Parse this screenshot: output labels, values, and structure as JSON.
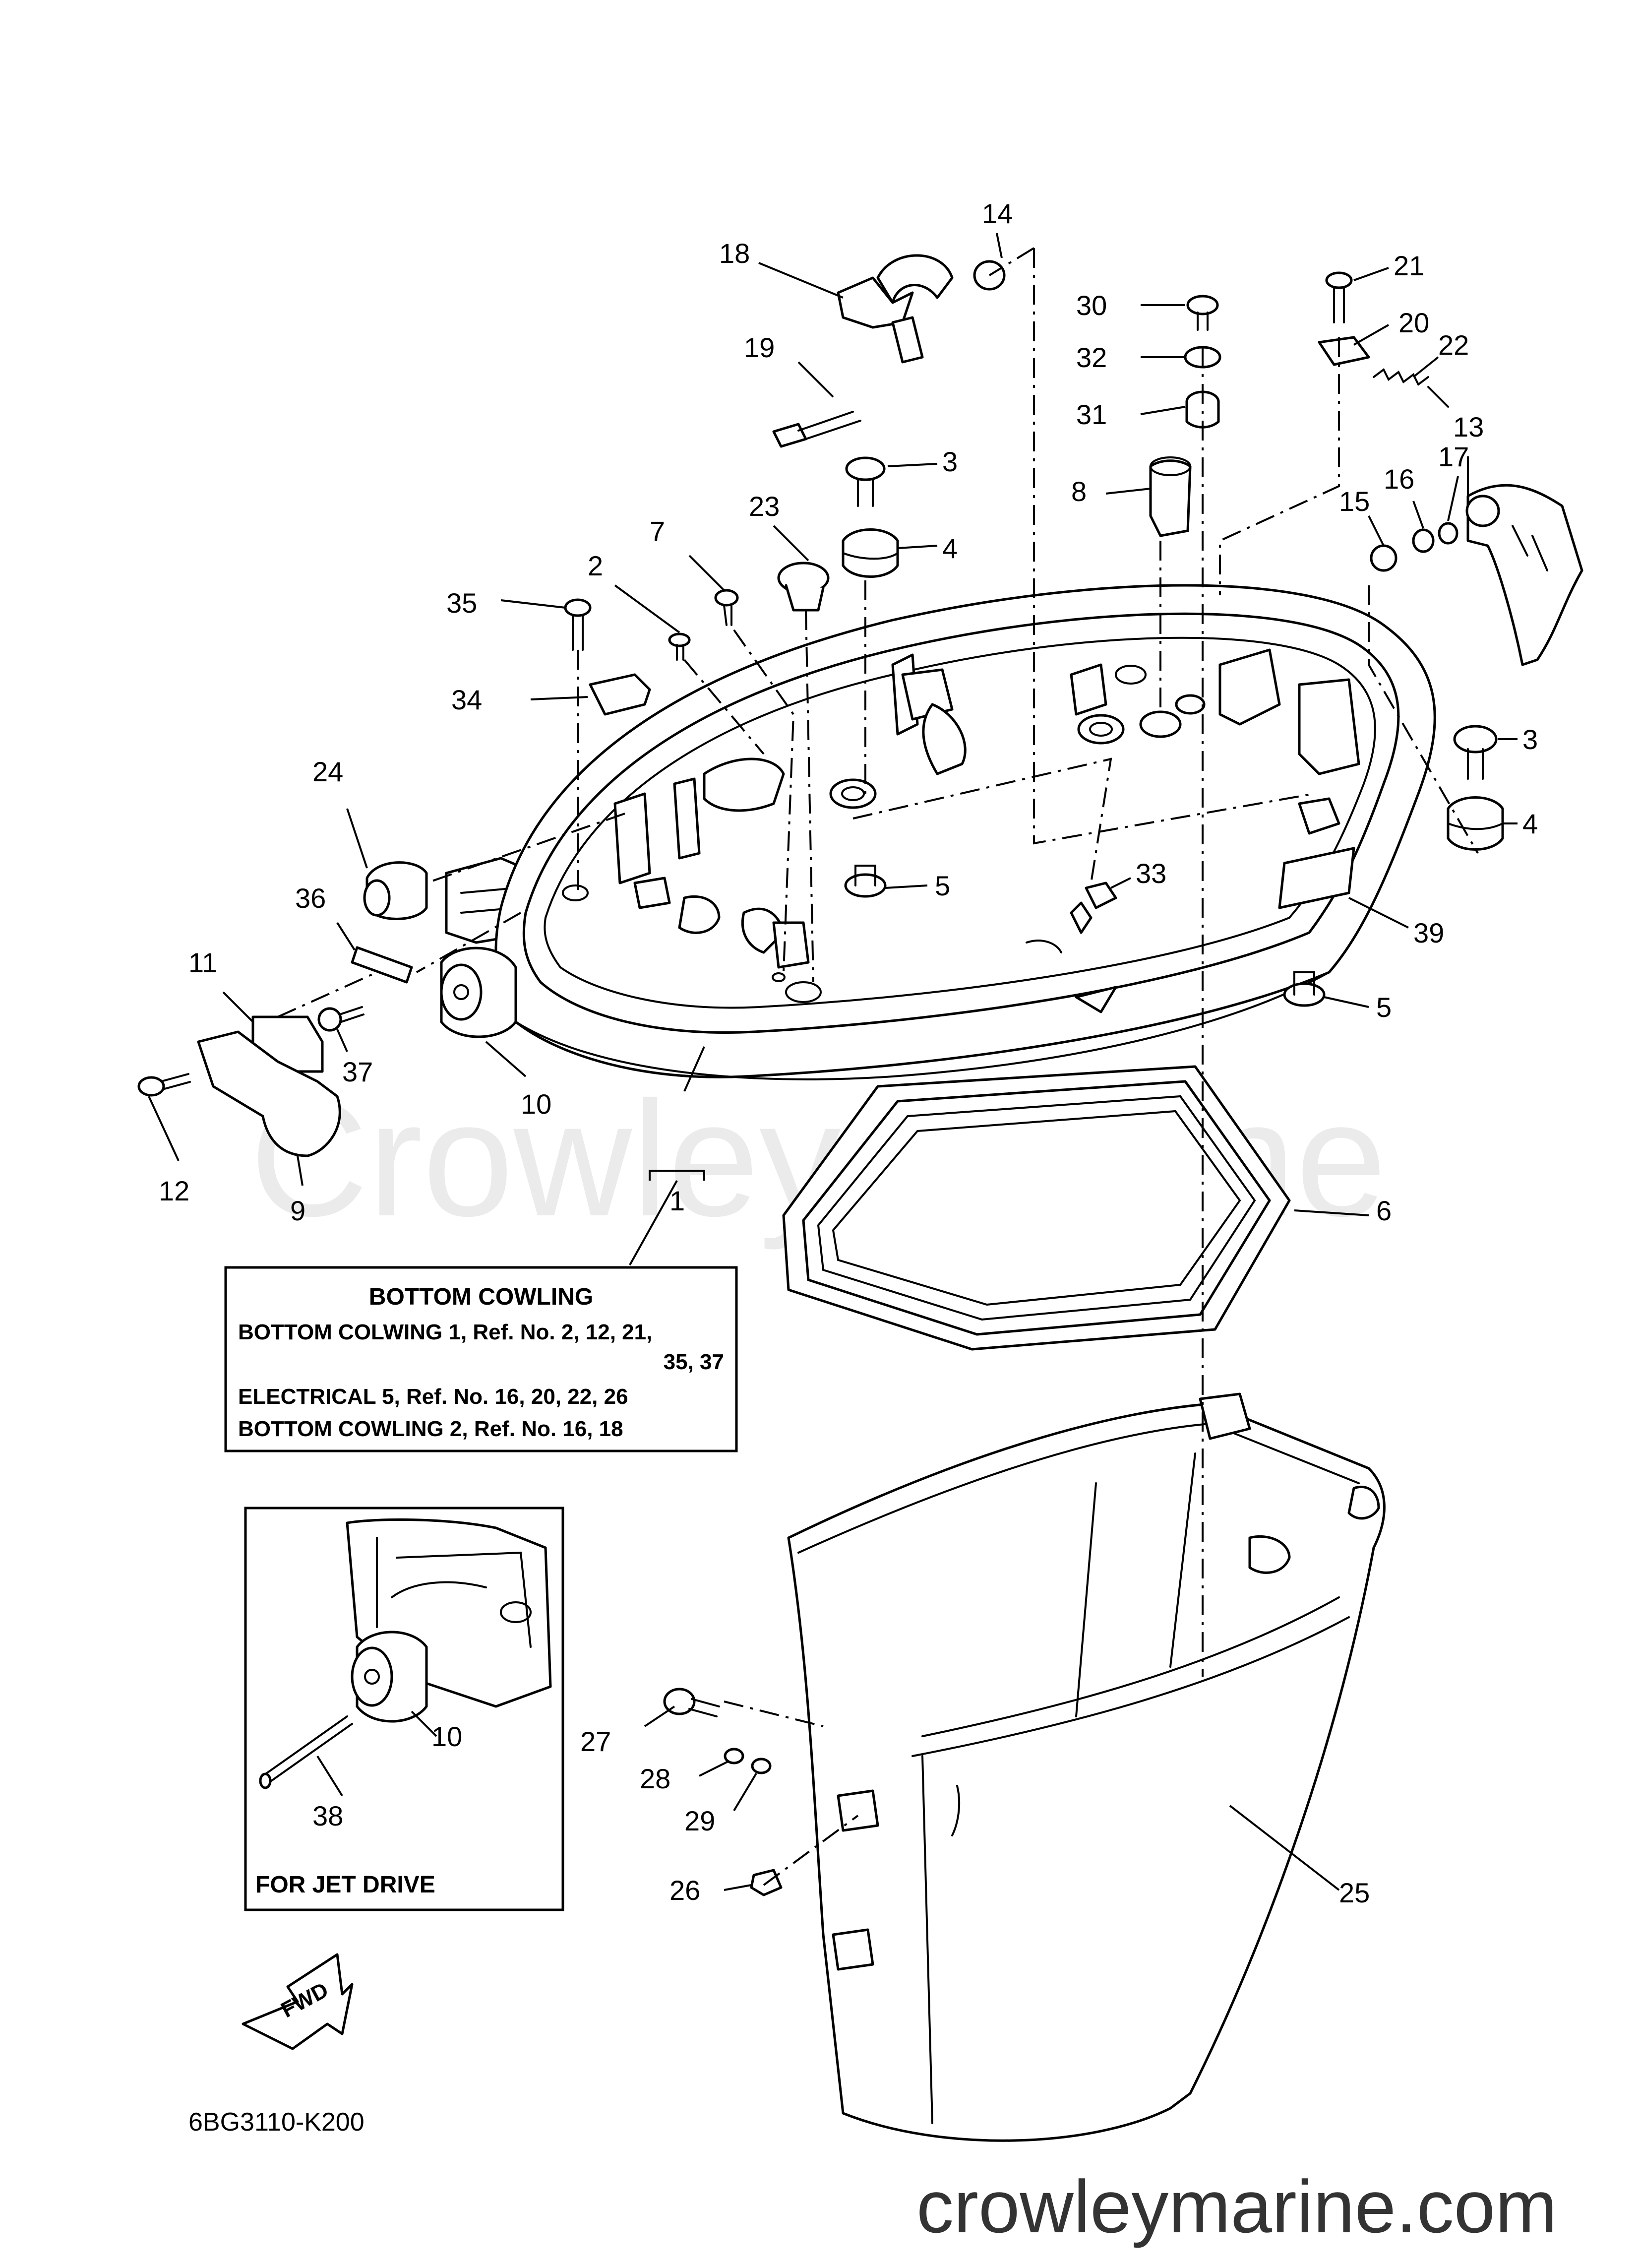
{
  "diagram": {
    "part_number": "6BG3110-K200",
    "watermark": "Crowley Marine",
    "site": "crowleymarine.com",
    "note_box": {
      "title": "BOTTOM  COWLING",
      "lines": [
        "BOTTOM  COLWING 1,  Ref. No. 2, 12, 21,",
        "35, 37",
        "ELECTRICAL 5,  Ref. No. 16, 20, 22, 26",
        "BOTTOM  COWLING 2,  Ref. No. 16, 18"
      ]
    },
    "inset_label": "FOR JET DRIVE",
    "fwd_label": "FWD",
    "callouts": [
      {
        "id": "c1",
        "text": "1"
      },
      {
        "id": "c2",
        "text": "2"
      },
      {
        "id": "c3a",
        "text": "3"
      },
      {
        "id": "c3b",
        "text": "3"
      },
      {
        "id": "c4a",
        "text": "4"
      },
      {
        "id": "c4b",
        "text": "4"
      },
      {
        "id": "c5a",
        "text": "5"
      },
      {
        "id": "c5b",
        "text": "5"
      },
      {
        "id": "c6",
        "text": "6"
      },
      {
        "id": "c7",
        "text": "7"
      },
      {
        "id": "c8",
        "text": "8"
      },
      {
        "id": "c9",
        "text": "9"
      },
      {
        "id": "c10a",
        "text": "10"
      },
      {
        "id": "c10b",
        "text": "10"
      },
      {
        "id": "c11",
        "text": "11"
      },
      {
        "id": "c12",
        "text": "12"
      },
      {
        "id": "c13",
        "text": "13"
      },
      {
        "id": "c14",
        "text": "14"
      },
      {
        "id": "c15",
        "text": "15"
      },
      {
        "id": "c16",
        "text": "16"
      },
      {
        "id": "c17",
        "text": "17"
      },
      {
        "id": "c18",
        "text": "18"
      },
      {
        "id": "c19",
        "text": "19"
      },
      {
        "id": "c20",
        "text": "20"
      },
      {
        "id": "c21",
        "text": "21"
      },
      {
        "id": "c22",
        "text": "22"
      },
      {
        "id": "c23",
        "text": "23"
      },
      {
        "id": "c24",
        "text": "24"
      },
      {
        "id": "c25",
        "text": "25"
      },
      {
        "id": "c26",
        "text": "26"
      },
      {
        "id": "c27",
        "text": "27"
      },
      {
        "id": "c28",
        "text": "28"
      },
      {
        "id": "c29",
        "text": "29"
      },
      {
        "id": "c30",
        "text": "30"
      },
      {
        "id": "c31",
        "text": "31"
      },
      {
        "id": "c32",
        "text": "32"
      },
      {
        "id": "c33",
        "text": "33"
      },
      {
        "id": "c34",
        "text": "34"
      },
      {
        "id": "c35",
        "text": "35"
      },
      {
        "id": "c36",
        "text": "36"
      },
      {
        "id": "c37",
        "text": "37"
      },
      {
        "id": "c38",
        "text": "38"
      },
      {
        "id": "c39",
        "text": "39"
      }
    ]
  }
}
